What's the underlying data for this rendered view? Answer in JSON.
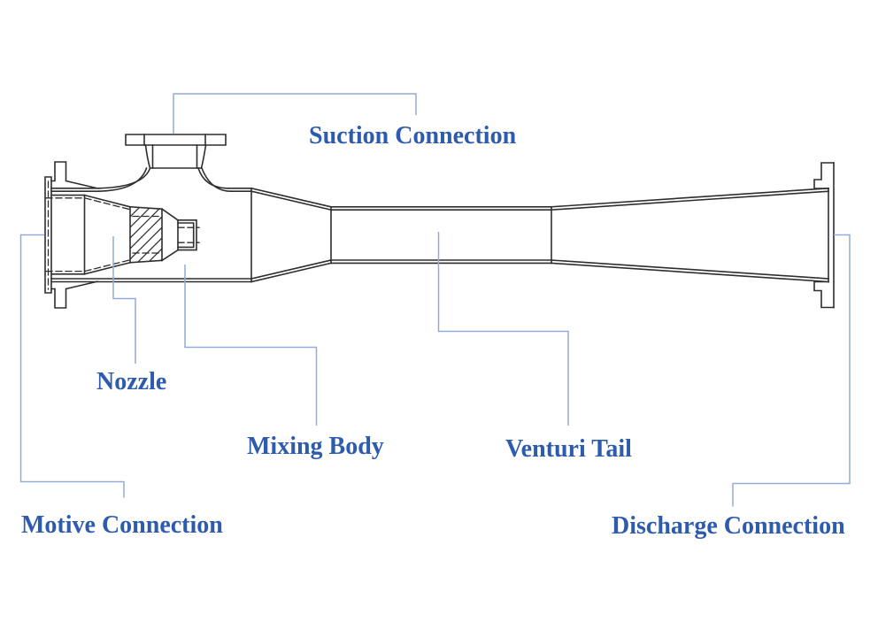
{
  "diagram": {
    "title": "Ejector cross-section diagram",
    "kind": "technical line drawing of an ejector / eductor in section view"
  },
  "colors": {
    "background": "#ffffff",
    "drawing_line": "#2e2e2e",
    "leader_line": "#94abd9",
    "label_text": "#2d5bad"
  },
  "labels": {
    "suction_connection": "Suction Connection",
    "nozzle": "Nozzle",
    "mixing_body": "Mixing Body",
    "venturi_tail": "Venturi Tail",
    "motive_connection": "Motive Connection",
    "discharge_connection": "Discharge Connection"
  }
}
